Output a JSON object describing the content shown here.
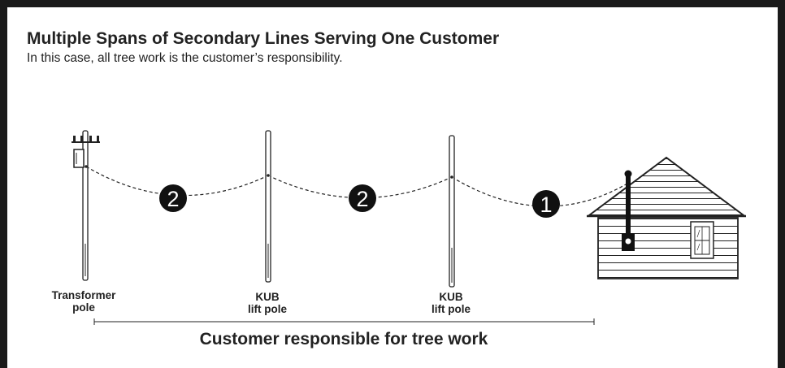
{
  "header": {
    "title": "Multiple Spans of Secondary Lines Serving One Customer",
    "subtitle": "In this case, all tree work is the customer’s responsibility."
  },
  "spans": [
    {
      "number": "2",
      "style": "white numeral on black circle"
    },
    {
      "number": "2",
      "style": "white numeral on black circle"
    },
    {
      "number": "1",
      "style": "white numeral on black circle"
    }
  ],
  "poles": [
    {
      "line1": "Transformer",
      "line2": "pole"
    },
    {
      "line1": "KUB",
      "line2": "lift pole"
    },
    {
      "line1": "KUB",
      "line2": "lift pole"
    }
  ],
  "footer": {
    "responsibility_label": "Customer responsible for tree work"
  },
  "colors": {
    "frame": "#1a1a1a",
    "ink": "#222222",
    "badge_fill": "#111111",
    "badge_text": "#ffffff",
    "background": "#ffffff"
  }
}
